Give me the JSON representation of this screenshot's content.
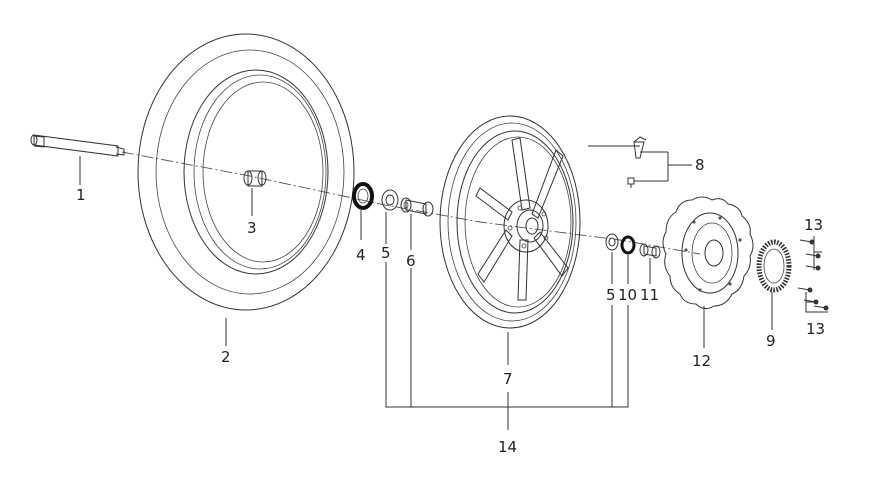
{
  "diagram": {
    "labels": {
      "axle": "1",
      "tire": "2",
      "inner_spacer": "3",
      "oil_seal_left": "4",
      "bearing_left": "5",
      "collar": "6",
      "rim": "7",
      "valve": "8",
      "tone_ring": "9",
      "oil_seal_right": "10",
      "spacer_right": "11",
      "brake_disc": "12",
      "bolt_upper": "13",
      "bolt_lower": "13",
      "bearing_right": "5",
      "wheel_assembly": "14"
    }
  }
}
